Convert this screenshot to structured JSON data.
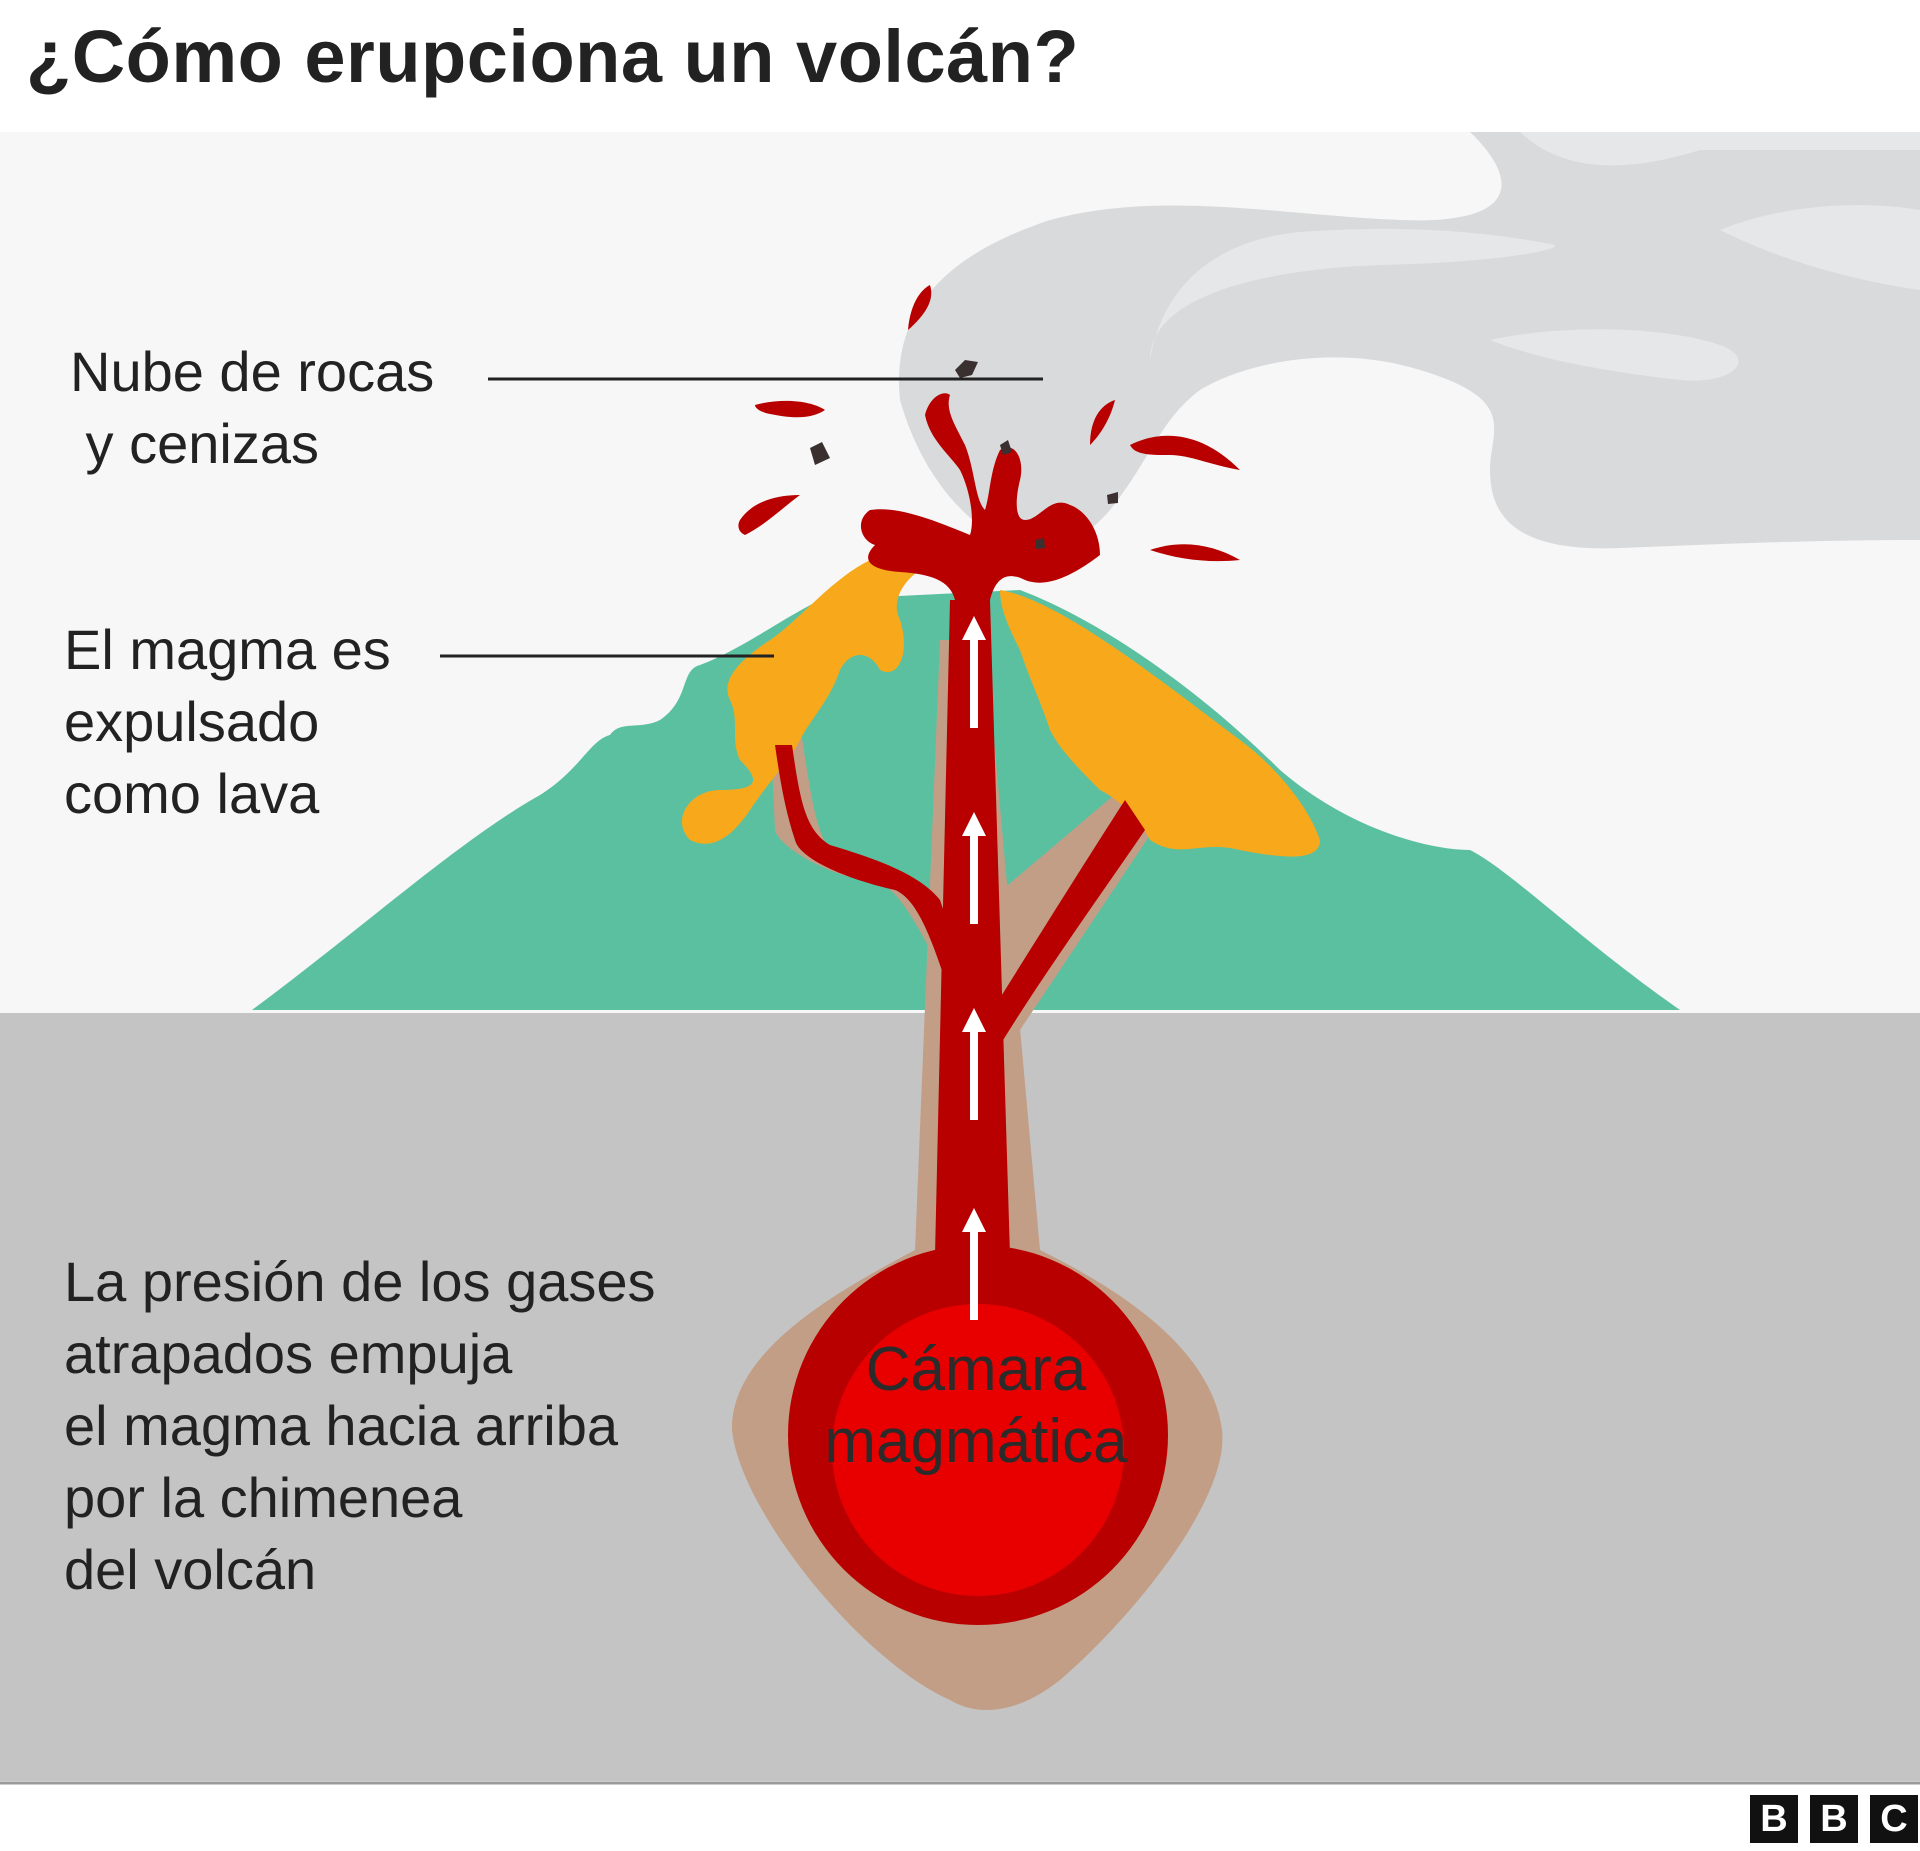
{
  "title": "¿Cómo erupciona un volcán?",
  "labels": {
    "cloud": [
      "Nube de rocas",
      " y cenizas"
    ],
    "lava": [
      "El magma es",
      "expulsado",
      "como lava"
    ],
    "pressure": [
      "La presión de los gases",
      "atrapados empuja",
      "el magma hacia arriba",
      "por la chimenea",
      "del volcán"
    ],
    "chamber": [
      "Cámara",
      "magmática"
    ]
  },
  "brand": {
    "letters": [
      "B",
      "B",
      "C"
    ]
  },
  "colors": {
    "sky": "#f7f7f7",
    "ground": "#c4c4c4",
    "mountain": "#5bc0a0",
    "lava_flow": "#f7a91b",
    "magma_dark": "#b80000",
    "magma_bright": "#e80000",
    "rock_halo": "#c39e86",
    "smoke": "#d9dadc",
    "smoke_light": "#e6e7e9",
    "text": "#222222"
  }
}
